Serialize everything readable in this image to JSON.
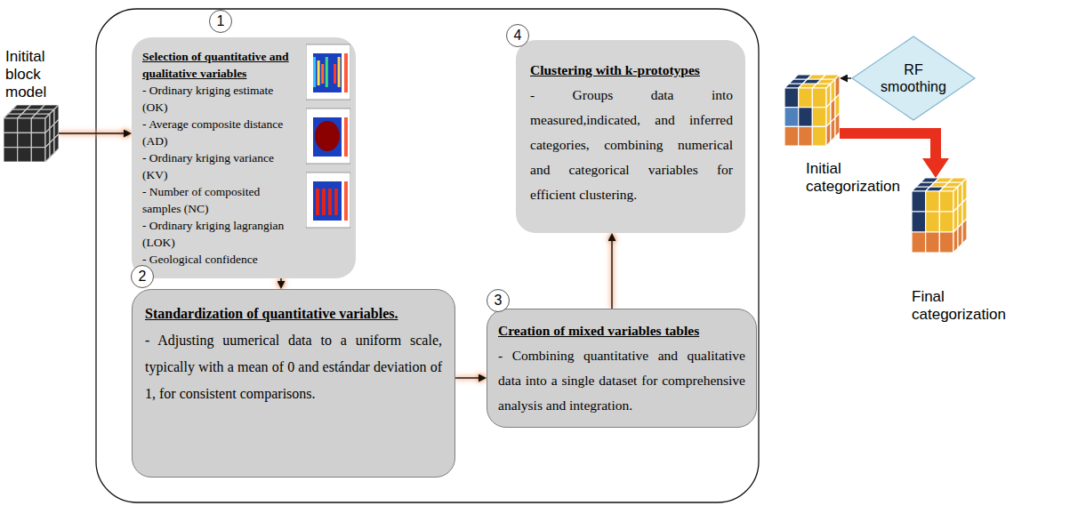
{
  "diagram": {
    "nodes": [
      {
        "text": [
          "Initital block model"
        ]
      },
      {
        "text": [
          "Selection of quantitative and qualitative variables",
          "- Ordinary kriging estimate (OK)",
          "- Average composite distance (AD)",
          "- Ordinary kriging variance (KV)",
          "- Number of composited samples (NC)",
          "- Ordinary kriging lagrangian (LOK)",
          "- Geological confidence"
        ]
      },
      {
        "text": [
          "Standardization of quantitative variables.",
          "- Adjusting uumerical data to a uniform scale, typically with a mean of 0 and estándar deviation of 1, for consistent comparisons."
        ]
      },
      {
        "text": [
          "Creation of mixed variables tables",
          "- Combining quantitative and qualitative data into a single dataset for comprehensive analysis and integration."
        ]
      },
      {
        "text": [
          "Clustering with k-prototypes",
          "- Groups data into measured,indicated, and inferred categories, combining numerical and categorical variables for efficient clustering."
        ]
      },
      {
        "text": [
          "Initial categorization"
        ]
      },
      {
        "text": [
          "RF smoothing"
        ]
      },
      {
        "text": [
          "Final categorization"
        ]
      }
    ],
    "edges": [
      {
        "from": 0,
        "to": 1,
        "arrow": "to"
      },
      {
        "from": 1,
        "to": 2,
        "arrow": "to"
      },
      {
        "from": 2,
        "to": 3,
        "arrow": "to"
      },
      {
        "from": 3,
        "to": 4,
        "arrow": "to"
      },
      {
        "from": 6,
        "to": 5,
        "arrow": "to"
      },
      {
        "from": 5,
        "to": 7,
        "arrow": "to"
      }
    ],
    "labels": [
      "1",
      "2",
      "3",
      "4"
    ]
  }
}
